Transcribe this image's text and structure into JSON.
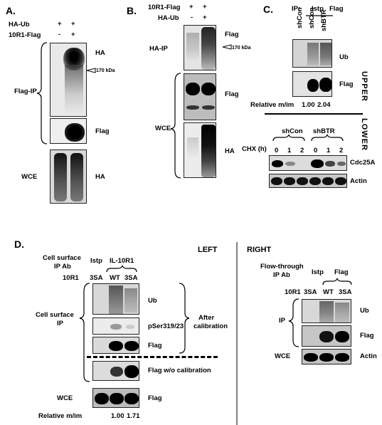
{
  "panel_a": {
    "label": "A.",
    "rows": [
      "HA-Ub",
      "10R1-Flag"
    ],
    "signs": [
      [
        "+",
        "+"
      ],
      [
        "-",
        "+"
      ]
    ],
    "groups": [
      "Flag-IP",
      "WCE"
    ],
    "blots": [
      "HA",
      "Flag",
      "HA"
    ],
    "marker": "170 kDa"
  },
  "panel_b": {
    "label": "B.",
    "rows": [
      "10R1-Flag",
      "HA-Ub"
    ],
    "signs": [
      [
        "+",
        "+"
      ],
      [
        "-",
        "+"
      ]
    ],
    "groups": [
      "HA-IP",
      "WCE"
    ],
    "blots": [
      "Flag",
      "Flag",
      "HA"
    ],
    "marker": "170 kDa"
  },
  "panel_c": {
    "label": "C.",
    "ip_label": "IP:",
    "ip_istp": "Istp",
    "ip_flag": "Flag",
    "lanes": [
      "shCon",
      "shCon",
      "shBTR"
    ],
    "upper_blots": [
      "Ub",
      "Flag"
    ],
    "relative_label": "Relative m/im",
    "relative_values": [
      "1.00",
      "2.04"
    ],
    "upper_tag": "UPPER",
    "lower_tag": "LOWER",
    "lower_groups": [
      "shCon",
      "shBTR"
    ],
    "chx_label": "CHX (h)",
    "chx_times": [
      "0",
      "1",
      "2",
      "0",
      "1",
      "2"
    ],
    "lower_blots": [
      "Cdc25A",
      "Actin"
    ]
  },
  "panel_d": {
    "label": "D.",
    "left_title": "LEFT",
    "right_title": "RIGHT",
    "left": {
      "ip_ab_label": [
        "Cell surface",
        "IP Ab"
      ],
      "istp": "Istp",
      "ab": "IL-10R1",
      "row_label": "10R1",
      "lanes": [
        "3SA",
        "WT",
        "3SA"
      ],
      "group_label": [
        "Cell surface",
        "IP"
      ],
      "blots": [
        "Ub",
        "pSer319/23",
        "Flag"
      ],
      "after_label": [
        "After",
        "calibration"
      ],
      "wo_blot": "Flag w/o calibration",
      "wce_label": "WCE",
      "wce_blot": "Flag",
      "relative_label": "Relative m/im",
      "relative_values": [
        "1.00",
        "1.71"
      ]
    },
    "right": {
      "ip_ab_label": [
        "Flow-through",
        "IP Ab"
      ],
      "istp": "Istp",
      "ab": "Flag",
      "row_label": "10R1",
      "lanes": [
        "3SA",
        "WT",
        "3SA"
      ],
      "group_label": "IP",
      "blots": [
        "Ub",
        "Flag"
      ],
      "wce_label": "WCE",
      "wce_blot": "Actin"
    }
  }
}
